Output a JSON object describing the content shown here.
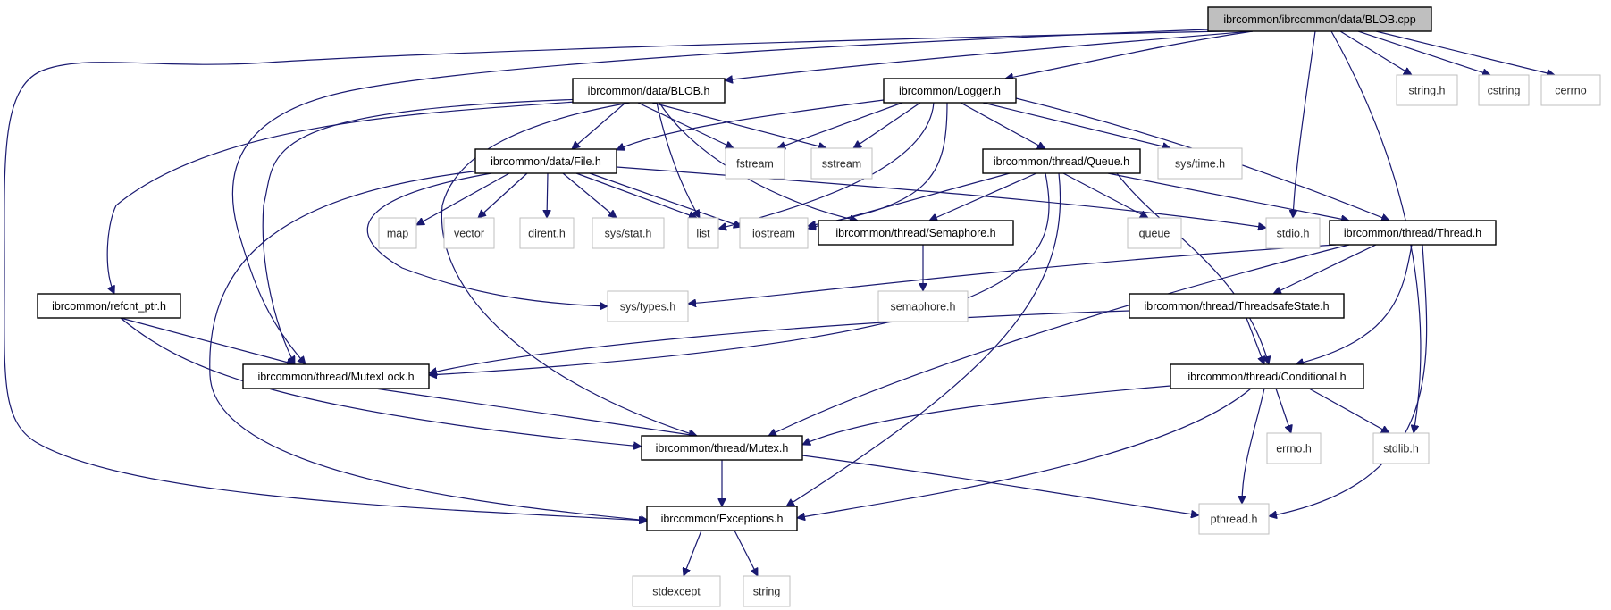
{
  "nodes": {
    "blob_cpp": {
      "label": "ibrcommon/ibrcommon/data/BLOB.cpp",
      "kind": "root"
    },
    "blob_h": {
      "label": "ibrcommon/data/BLOB.h",
      "kind": "project"
    },
    "logger_h": {
      "label": "ibrcommon/Logger.h",
      "kind": "project"
    },
    "file_h": {
      "label": "ibrcommon/data/File.h",
      "kind": "project"
    },
    "queue_h": {
      "label": "ibrcommon/thread/Queue.h",
      "kind": "project"
    },
    "semaphore_h": {
      "label": "ibrcommon/thread/Semaphore.h",
      "kind": "project"
    },
    "thread_h": {
      "label": "ibrcommon/thread/Thread.h",
      "kind": "project"
    },
    "refcnt_ptr_h": {
      "label": "ibrcommon/refcnt_ptr.h",
      "kind": "project"
    },
    "threadsafestate_h": {
      "label": "ibrcommon/thread/ThreadsafeState.h",
      "kind": "project"
    },
    "mutexlock_h": {
      "label": "ibrcommon/thread/MutexLock.h",
      "kind": "project"
    },
    "conditional_h": {
      "label": "ibrcommon/thread/Conditional.h",
      "kind": "project"
    },
    "mutex_h": {
      "label": "ibrcommon/thread/Mutex.h",
      "kind": "project"
    },
    "exceptions_h": {
      "label": "ibrcommon/Exceptions.h",
      "kind": "project"
    },
    "string_h": {
      "label": "string.h",
      "kind": "external"
    },
    "cstring": {
      "label": "cstring",
      "kind": "external"
    },
    "cerrno": {
      "label": "cerrno",
      "kind": "external"
    },
    "fstream": {
      "label": "fstream",
      "kind": "external"
    },
    "sstream": {
      "label": "sstream",
      "kind": "external"
    },
    "sys_time_h": {
      "label": "sys/time.h",
      "kind": "external"
    },
    "map": {
      "label": "map",
      "kind": "external"
    },
    "vector": {
      "label": "vector",
      "kind": "external"
    },
    "dirent_h": {
      "label": "dirent.h",
      "kind": "external"
    },
    "sys_stat_h": {
      "label": "sys/stat.h",
      "kind": "external"
    },
    "list": {
      "label": "list",
      "kind": "external"
    },
    "iostream": {
      "label": "iostream",
      "kind": "external"
    },
    "stdio_h": {
      "label": "stdio.h",
      "kind": "external"
    },
    "queue": {
      "label": "queue",
      "kind": "external"
    },
    "semaphore_h_sys": {
      "label": "semaphore.h",
      "kind": "external"
    },
    "sys_types_h": {
      "label": "sys/types.h",
      "kind": "external"
    },
    "errno_h": {
      "label": "errno.h",
      "kind": "external"
    },
    "stdlib_h": {
      "label": "stdlib.h",
      "kind": "external"
    },
    "pthread_h": {
      "label": "pthread.h",
      "kind": "external"
    },
    "stdexcept": {
      "label": "stdexcept",
      "kind": "external"
    },
    "string": {
      "label": "string",
      "kind": "external"
    }
  },
  "edges": [
    [
      "blob_cpp",
      "blob_h"
    ],
    [
      "blob_cpp",
      "logger_h"
    ],
    [
      "blob_cpp",
      "mutexlock_h"
    ],
    [
      "blob_cpp",
      "exceptions_h"
    ],
    [
      "blob_cpp",
      "stdio_h"
    ],
    [
      "blob_cpp",
      "stdlib_h"
    ],
    [
      "blob_cpp",
      "string_h"
    ],
    [
      "blob_cpp",
      "cstring"
    ],
    [
      "blob_cpp",
      "cerrno"
    ],
    [
      "blob_h",
      "file_h"
    ],
    [
      "blob_h",
      "fstream"
    ],
    [
      "blob_h",
      "sstream"
    ],
    [
      "blob_h",
      "list"
    ],
    [
      "blob_h",
      "semaphore_h"
    ],
    [
      "blob_h",
      "mutexlock_h"
    ],
    [
      "blob_h",
      "mutex_h"
    ],
    [
      "blob_h",
      "refcnt_ptr_h"
    ],
    [
      "logger_h",
      "file_h"
    ],
    [
      "logger_h",
      "fstream"
    ],
    [
      "logger_h",
      "sstream"
    ],
    [
      "logger_h",
      "list"
    ],
    [
      "logger_h",
      "iostream"
    ],
    [
      "logger_h",
      "queue_h"
    ],
    [
      "logger_h",
      "sys_time_h"
    ],
    [
      "logger_h",
      "thread_h"
    ],
    [
      "file_h",
      "map"
    ],
    [
      "file_h",
      "vector"
    ],
    [
      "file_h",
      "dirent_h"
    ],
    [
      "file_h",
      "sys_stat_h"
    ],
    [
      "file_h",
      "list"
    ],
    [
      "file_h",
      "iostream"
    ],
    [
      "file_h",
      "stdio_h"
    ],
    [
      "file_h",
      "sys_types_h"
    ],
    [
      "file_h",
      "exceptions_h"
    ],
    [
      "queue_h",
      "iostream"
    ],
    [
      "queue_h",
      "semaphore_h"
    ],
    [
      "queue_h",
      "queue"
    ],
    [
      "queue_h",
      "thread_h"
    ],
    [
      "queue_h",
      "conditional_h"
    ],
    [
      "queue_h",
      "mutexlock_h"
    ],
    [
      "queue_h",
      "exceptions_h"
    ],
    [
      "semaphore_h",
      "semaphore_h_sys"
    ],
    [
      "thread_h",
      "sys_types_h"
    ],
    [
      "thread_h",
      "threadsafestate_h"
    ],
    [
      "thread_h",
      "conditional_h"
    ],
    [
      "thread_h",
      "mutex_h"
    ],
    [
      "thread_h",
      "pthread_h"
    ],
    [
      "refcnt_ptr_h",
      "mutexlock_h"
    ],
    [
      "refcnt_ptr_h",
      "mutex_h"
    ],
    [
      "threadsafestate_h",
      "mutexlock_h"
    ],
    [
      "threadsafestate_h",
      "conditional_h"
    ],
    [
      "mutexlock_h",
      "mutex_h"
    ],
    [
      "conditional_h",
      "mutex_h"
    ],
    [
      "conditional_h",
      "errno_h"
    ],
    [
      "conditional_h",
      "stdlib_h"
    ],
    [
      "conditional_h",
      "pthread_h"
    ],
    [
      "conditional_h",
      "exceptions_h"
    ],
    [
      "mutex_h",
      "exceptions_h"
    ],
    [
      "mutex_h",
      "pthread_h"
    ],
    [
      "exceptions_h",
      "stdexcept"
    ],
    [
      "exceptions_h",
      "string"
    ]
  ],
  "colors": {
    "edge": "#191970",
    "root_fill": "#bfbfbf",
    "external_border": "#bfbfbf"
  }
}
